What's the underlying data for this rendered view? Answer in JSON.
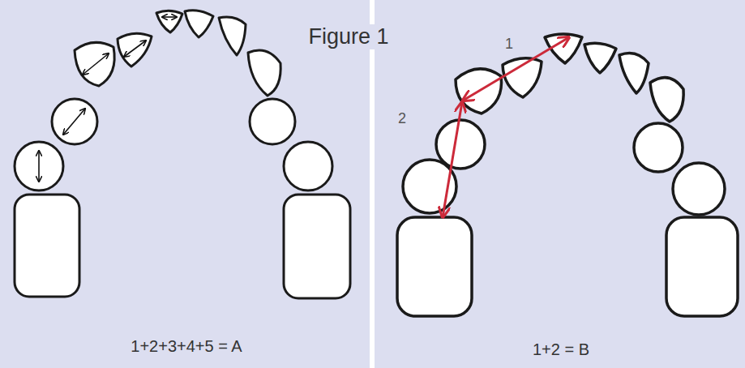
{
  "diagram": {
    "title": "Figure 1",
    "labels": [
      "1+2+3+4+5 = A",
      "1",
      "2",
      "1+2 = B"
    ]
  }
}
